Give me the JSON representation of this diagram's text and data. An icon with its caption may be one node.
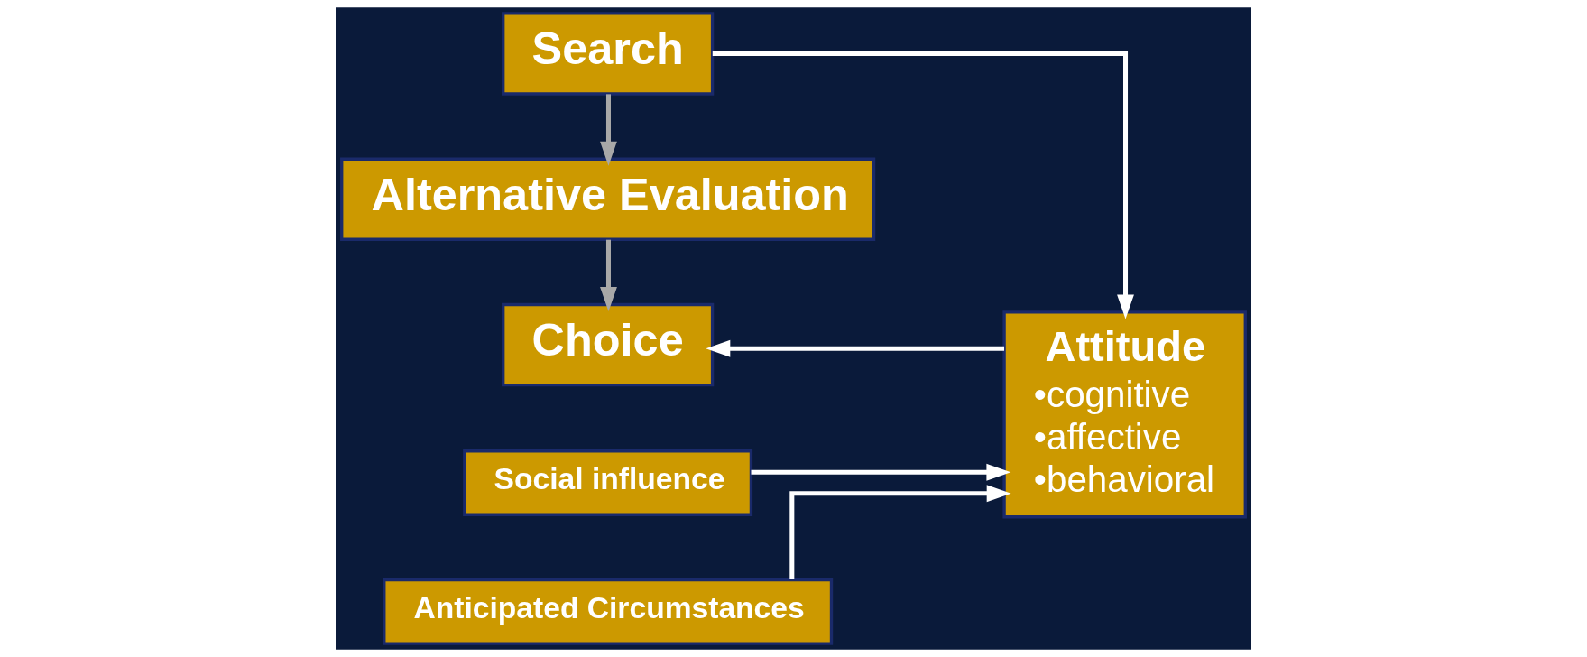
{
  "diagram": {
    "nodes": [
      {
        "text": [
          "Search"
        ]
      },
      {
        "text": [
          "Alternative Evaluation"
        ]
      },
      {
        "text": [
          "Choice"
        ]
      },
      {
        "text": [
          "Attitude",
          "•cognitive",
          "•affective",
          "•behavioral"
        ]
      },
      {
        "text": [
          "Social influence"
        ]
      },
      {
        "text": [
          "Anticipated Circumstances"
        ]
      }
    ],
    "edges": [
      {
        "from": 0,
        "to": 1,
        "arrow": "to",
        "color": "#a8a8a8"
      },
      {
        "from": 1,
        "to": 2,
        "arrow": "to",
        "color": "#a8a8a8"
      },
      {
        "from": 0,
        "to": 3,
        "arrow": "to"
      },
      {
        "from": 4,
        "to": 3,
        "arrow": "to"
      },
      {
        "from": 5,
        "to": 3,
        "arrow": "to"
      },
      {
        "from": 3,
        "to": 2,
        "arrow": "to"
      }
    ]
  }
}
